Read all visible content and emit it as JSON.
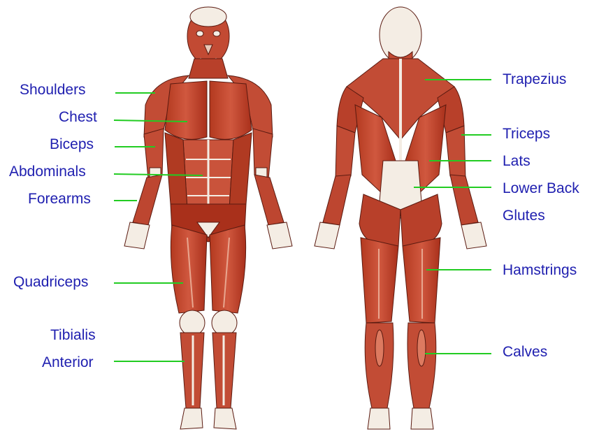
{
  "colors": {
    "label_text": "#2020b0",
    "leader_line": "#22cc22",
    "muscle_dark": "#a8321f",
    "muscle_mid": "#c9503a",
    "muscle_light": "#dd7a60",
    "tendon": "#f6efe6",
    "outline": "#5a1a10"
  },
  "front_labels": {
    "shoulders": "Shoulders",
    "chest": "Chest",
    "biceps": "Biceps",
    "abdominals": "Abdominals",
    "forearms": "Forearms",
    "quadriceps": "Quadriceps",
    "tibialis": "Tibialis",
    "anterior": "Anterior"
  },
  "back_labels": {
    "trapezius": "Trapezius",
    "triceps": "Triceps",
    "lats": "Lats",
    "lower_back": "Lower Back",
    "glutes": "Glutes",
    "hamstrings": "Hamstrings",
    "calves": "Calves"
  }
}
